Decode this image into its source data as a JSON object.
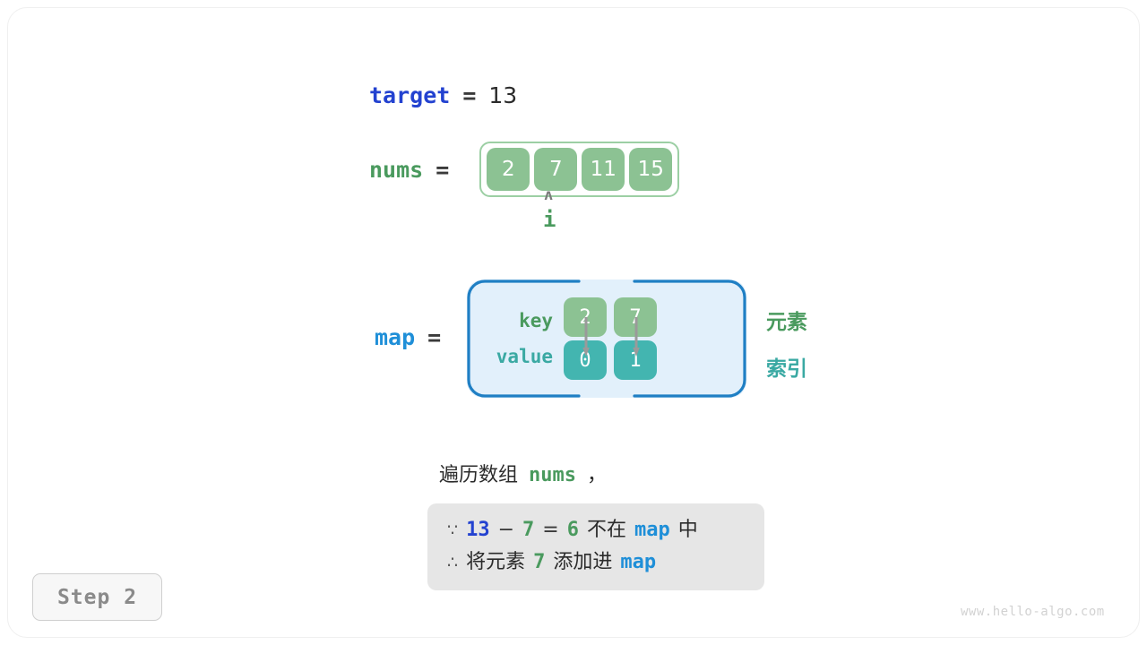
{
  "meta": {
    "step_badge": "Step 2",
    "watermark": "www.hello-algo.com"
  },
  "target_row": {
    "var_label": "target",
    "equals": "=",
    "value": "13"
  },
  "nums_row": {
    "var_label": "nums",
    "equals": "=",
    "cells": [
      "2",
      "7",
      "11",
      "15"
    ]
  },
  "pointer": {
    "caret": "ʌ",
    "label": "i",
    "index": 1
  },
  "map_section": {
    "var_label": "map",
    "equals": "=",
    "key_label": "key",
    "value_label": "value",
    "keys": [
      "2",
      "7"
    ],
    "values": [
      "0",
      "1"
    ],
    "legend_element": "元素",
    "legend_index": "索引"
  },
  "caption": {
    "text_prefix": "遍历数组",
    "code": "nums",
    "text_suffix": "，"
  },
  "note": {
    "line1": {
      "symbol": "∵",
      "a": "13",
      "minus": "−",
      "b": "7",
      "eq": "=",
      "result": "6",
      "mid_text": "不在",
      "map": "map",
      "end_text": "中"
    },
    "line2": {
      "symbol": "∴",
      "pre_text": "将元素",
      "num": "7",
      "mid_text": "添加进",
      "map": "map"
    }
  },
  "colors": {
    "blue": "#2342d0",
    "light_blue": "#1f8fd8",
    "green": "#4a9a5e",
    "cell_green": "#8cc293",
    "teal": "#43b5b0",
    "map_bg": "#e2f0fb",
    "note_bg": "#e6e6e6"
  }
}
